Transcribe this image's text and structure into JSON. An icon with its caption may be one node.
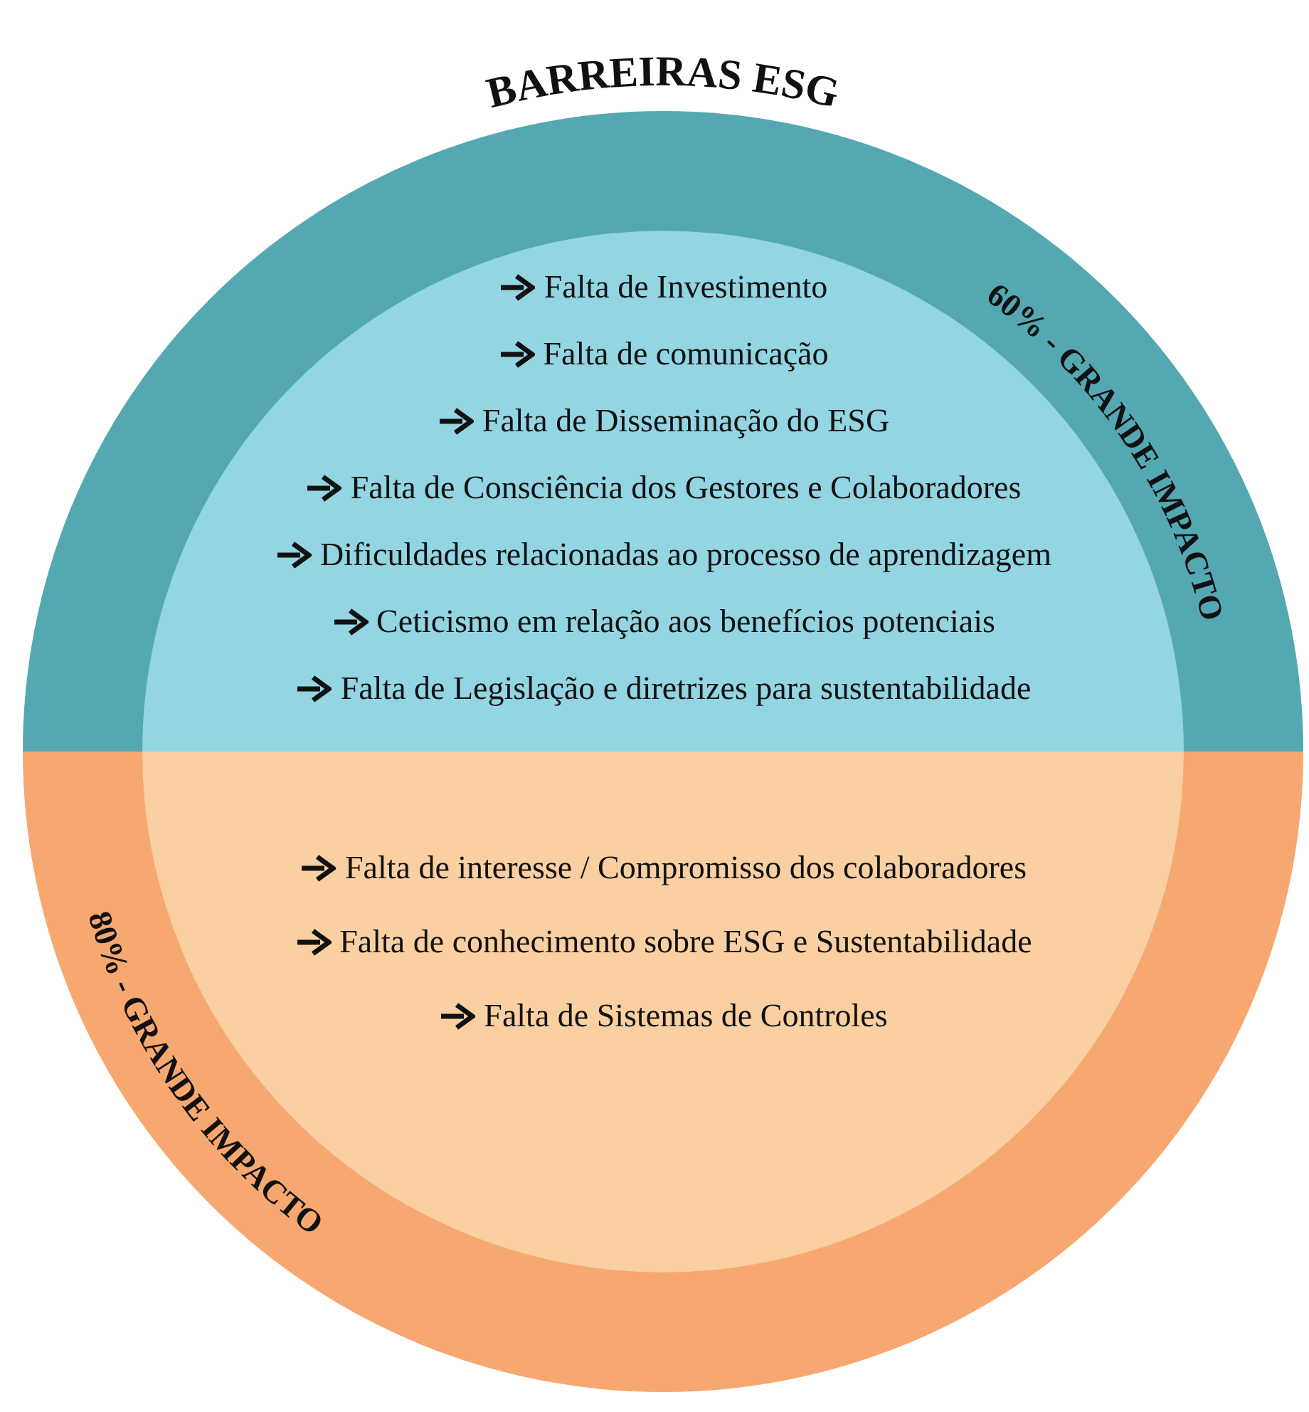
{
  "diagram": {
    "title": "BARREIRAS ESG",
    "nodes": [
      {
        "text": [
          "60% - GRANDE IMPACTO"
        ]
      },
      {
        "text": [
          "Falta de Investimento",
          "Falta de comunicação",
          "Falta de Disseminação do ESG",
          "Falta de Consciência dos Gestores e Colaboradores",
          "Dificuldades relacionadas ao processo de aprendizagem",
          "Ceticismo em relação aos benefícios potenciais",
          "Falta de Legislação e diretrizes para sustentabilidade"
        ],
        "in": 0
      },
      {
        "text": [
          "80% - GRANDE IMPACTO"
        ]
      },
      {
        "text": [
          "Falta de interesse / Compromisso dos colaboradores",
          "Falta de conhecimento sobre ESG e Sustentabilidade",
          "Falta de Sistemas de Controles"
        ],
        "in": 2
      }
    ],
    "edges": []
  }
}
